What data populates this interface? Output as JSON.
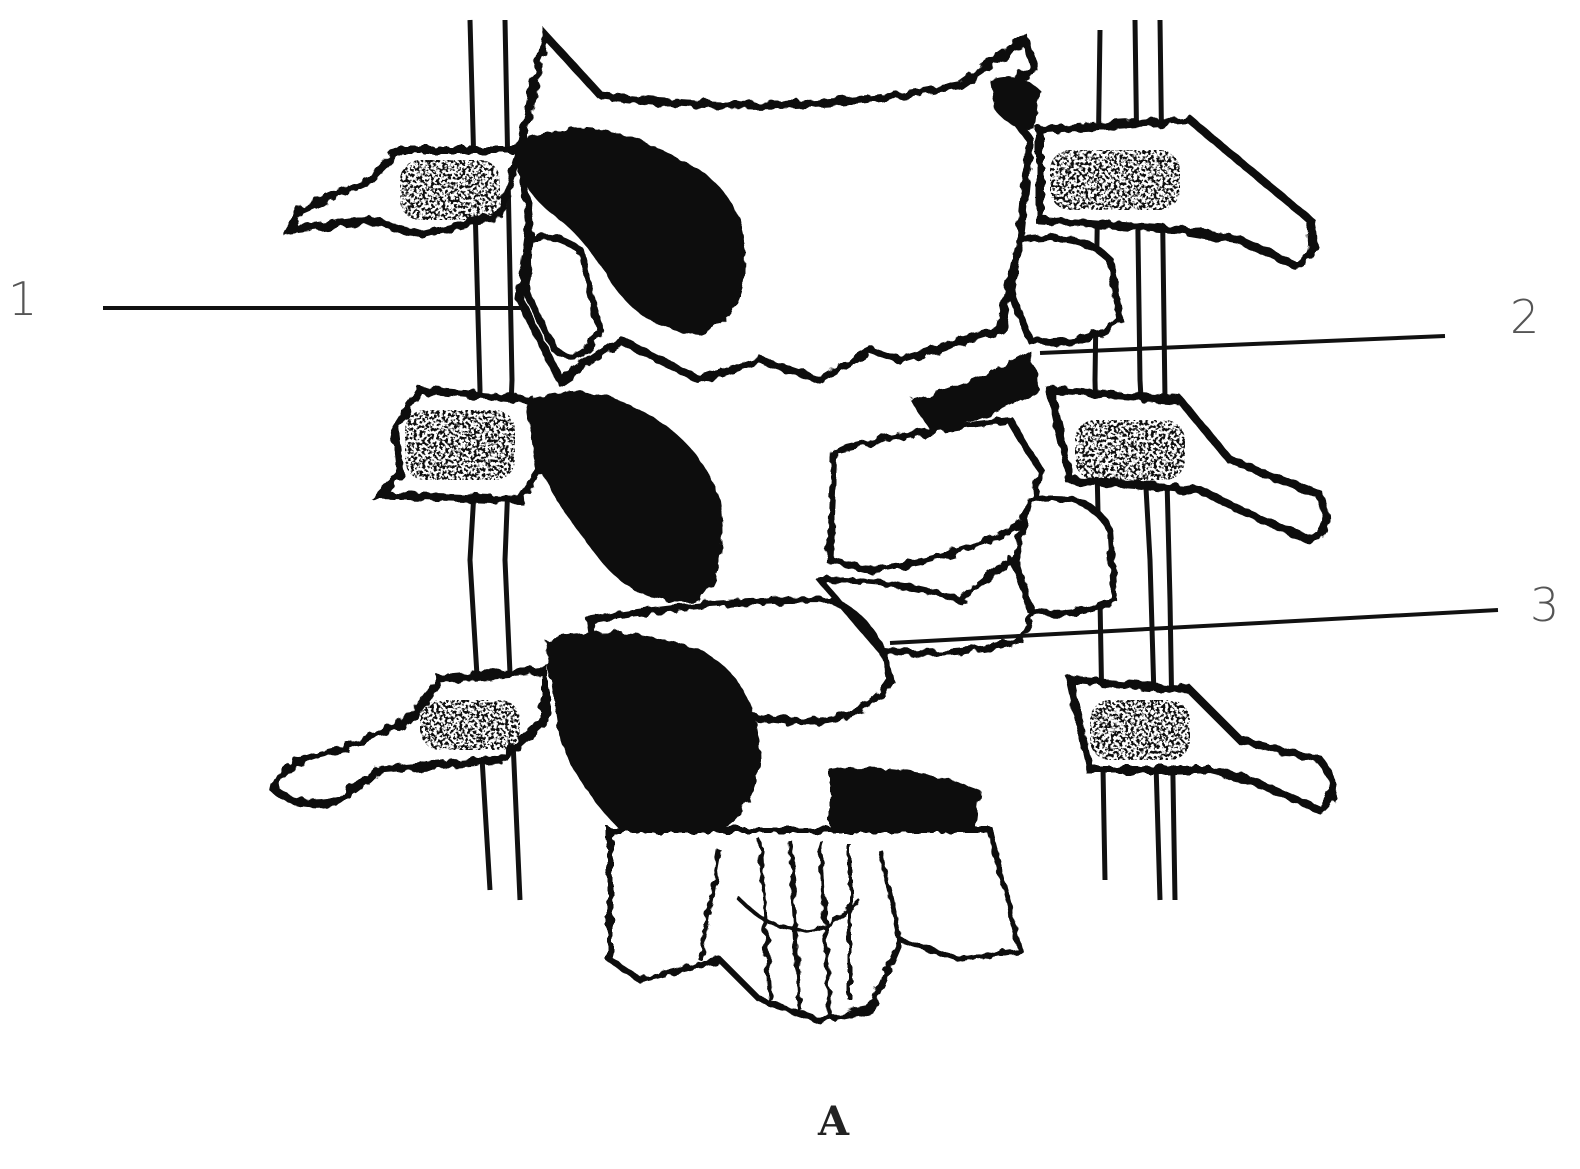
{
  "figure": {
    "callouts": [
      {
        "number": "1"
      },
      {
        "number": "2"
      },
      {
        "number": "3"
      }
    ],
    "caption": "A"
  },
  "colors": {
    "ink": "#111111",
    "label": "#555555",
    "paper": "#ffffff"
  }
}
